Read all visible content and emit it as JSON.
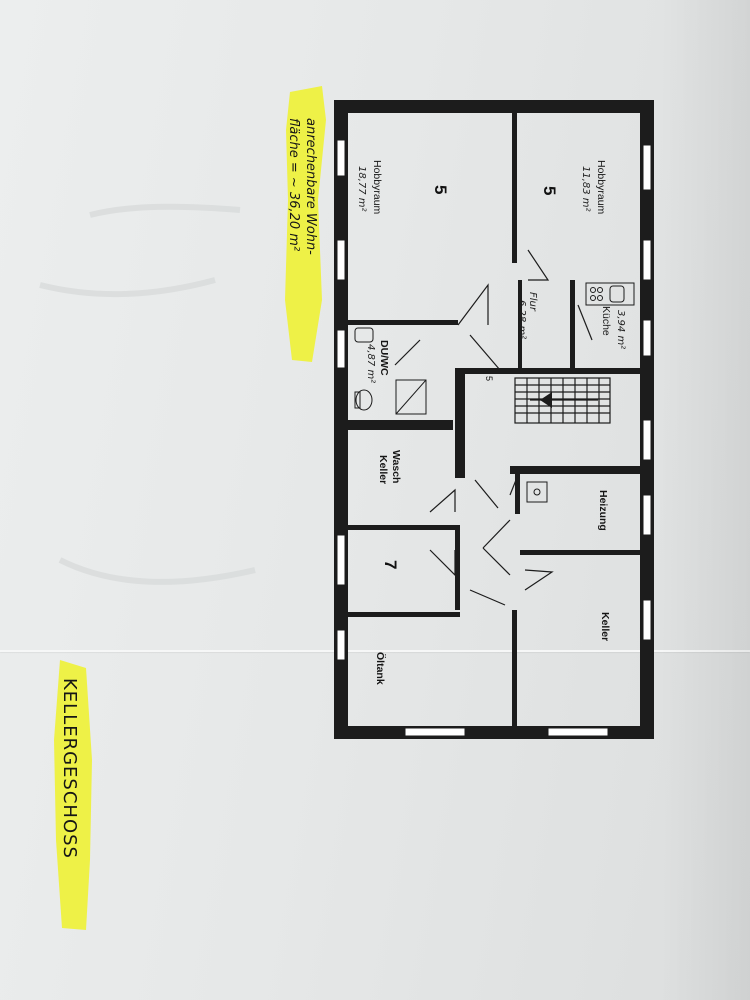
{
  "plan_title": "KELLERGESCHOSS",
  "area_note": {
    "line1": "anrechenbare Wohn-",
    "line2": "fläche = ~ 36,20 m²"
  },
  "rooms": {
    "hobbyraum_a": {
      "name": "Hobbyraum",
      "area": "11,83 m²",
      "code": "5"
    },
    "hobbyraum_b": {
      "name": "Hobbyraum",
      "area": "18,77 m²",
      "code": "5"
    },
    "kueche": {
      "name": "Küche",
      "area": "3,94 m²"
    },
    "flur": {
      "name": "Flur",
      "area": "6,28 m²"
    },
    "duwc": {
      "name": "DU/WC",
      "area": "4,87 m²"
    },
    "stair_code": "5",
    "waschkeller": {
      "line1": "Wasch",
      "line2": "Keller"
    },
    "heizung": {
      "name": "Heizung"
    },
    "room7_code": "7",
    "keller": {
      "name": "Keller"
    },
    "oeltank": {
      "name": "Öltank"
    }
  },
  "colors": {
    "highlight": "#eef22a",
    "wall": "#1c1c1c",
    "paper": "#e6e8e8"
  }
}
